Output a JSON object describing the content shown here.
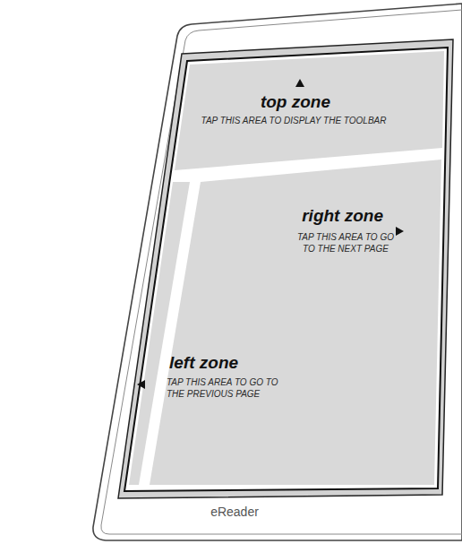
{
  "diagram": {
    "nodes": [
      {
        "text": [
          "eReader"
        ]
      },
      {
        "text": [
          "top zone",
          "TAP THIS AREA TO DISPLAY THE TOOLBAR"
        ],
        "in": 0
      },
      {
        "text": [
          "right zone",
          "TAP THIS AREA TO GO TO THE NEXT PAGE"
        ],
        "in": 0
      },
      {
        "text": [
          "left zone",
          "TAP THIS AREA TO GO TO THE PREVIOUS PAGE"
        ],
        "in": 0
      }
    ]
  }
}
